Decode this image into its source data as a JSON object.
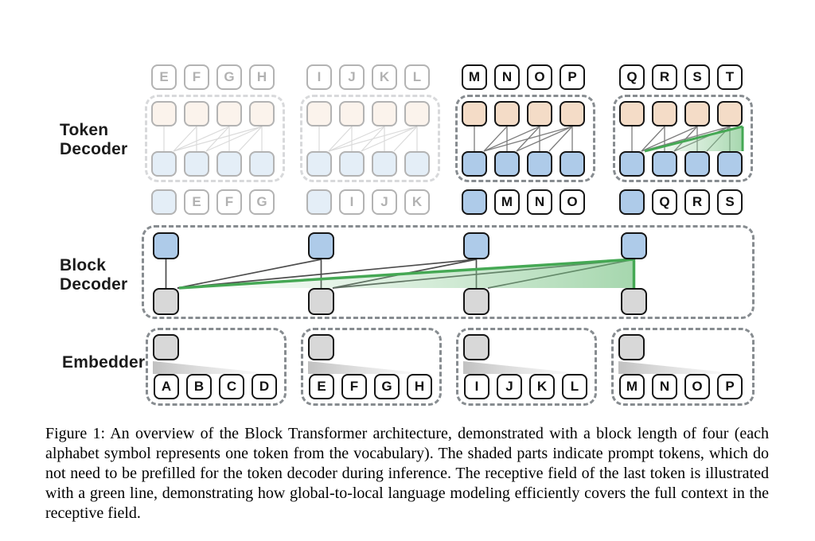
{
  "figure": {
    "labels": {
      "token_decoder": [
        "Token",
        "Decoder"
      ],
      "block_decoder": [
        "Block",
        "Decoder"
      ],
      "embedder": "Embedder"
    },
    "caption": "Figure 1: An overview of the Block Transformer architecture, demonstrated with a block length of four (each alphabet symbol represents one token from the vocabulary). The shaded parts indicate prompt tokens, which do not need to be prefilled for the token decoder during inference. The receptive field of the last token is illustrated with a green line, demonstrating how global-to-local language modeling efficiently covers the full context in the receptive field.",
    "token_decoder": {
      "groups": [
        {
          "faded": true,
          "output_tokens": [
            "E",
            "F",
            "G",
            "H"
          ],
          "input_tokens": [
            "E",
            "F",
            "G"
          ]
        },
        {
          "faded": true,
          "output_tokens": [
            "I",
            "J",
            "K",
            "L"
          ],
          "input_tokens": [
            "I",
            "J",
            "K"
          ]
        },
        {
          "faded": false,
          "output_tokens": [
            "M",
            "N",
            "O",
            "P"
          ],
          "input_tokens": [
            "M",
            "N",
            "O"
          ]
        },
        {
          "faded": false,
          "output_tokens": [
            "Q",
            "R",
            "S",
            "T"
          ],
          "input_tokens": [
            "Q",
            "R",
            "S"
          ],
          "receptive_field_highlight": true
        }
      ]
    },
    "embedder": {
      "groups": [
        {
          "tokens": [
            "A",
            "B",
            "C",
            "D"
          ]
        },
        {
          "tokens": [
            "E",
            "F",
            "G",
            "H"
          ]
        },
        {
          "tokens": [
            "I",
            "J",
            "K",
            "L"
          ]
        },
        {
          "tokens": [
            "M",
            "N",
            "O",
            "P"
          ]
        }
      ]
    },
    "colors": {
      "token_hidden_orange": "#f4dcc7",
      "embedding_blue": "#aecbe9",
      "block_gray": "#d8d8d8",
      "receptive_field_green": "#45a854",
      "dashed_border_gray": "#878c90",
      "box_border_black": "#151515"
    }
  }
}
